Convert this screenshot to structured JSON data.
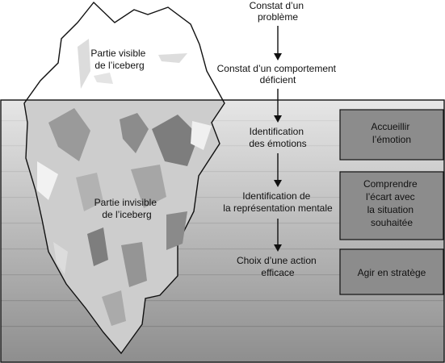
{
  "iceberg": {
    "visible_label": [
      "Partie visible",
      "de l’iceberg"
    ],
    "invisible_label": [
      "Partie invisible",
      "de l’iceberg"
    ]
  },
  "steps": [
    {
      "lines": [
        "Constat d’un",
        "problème"
      ]
    },
    {
      "lines": [
        "Constat d’un comportement",
        "déficient"
      ]
    },
    {
      "lines": [
        "Identification",
        "des émotions"
      ]
    },
    {
      "lines": [
        "Identification de",
        "la représentation mentale"
      ]
    },
    {
      "lines": [
        "Choix d’une action",
        "efficace"
      ]
    }
  ],
  "boxes": [
    {
      "lines": [
        "Accueillir",
        "l’émotion"
      ]
    },
    {
      "lines": [
        "Comprendre",
        "l’écart avec",
        "la situation",
        "souhaitée"
      ]
    },
    {
      "lines": [
        "Agir en stratège"
      ]
    }
  ],
  "colors": {
    "water_top": "#e4e4e4",
    "water_bottom": "#8f8f8f",
    "box_fill": "#8c8c8c",
    "outline": "#111111"
  }
}
